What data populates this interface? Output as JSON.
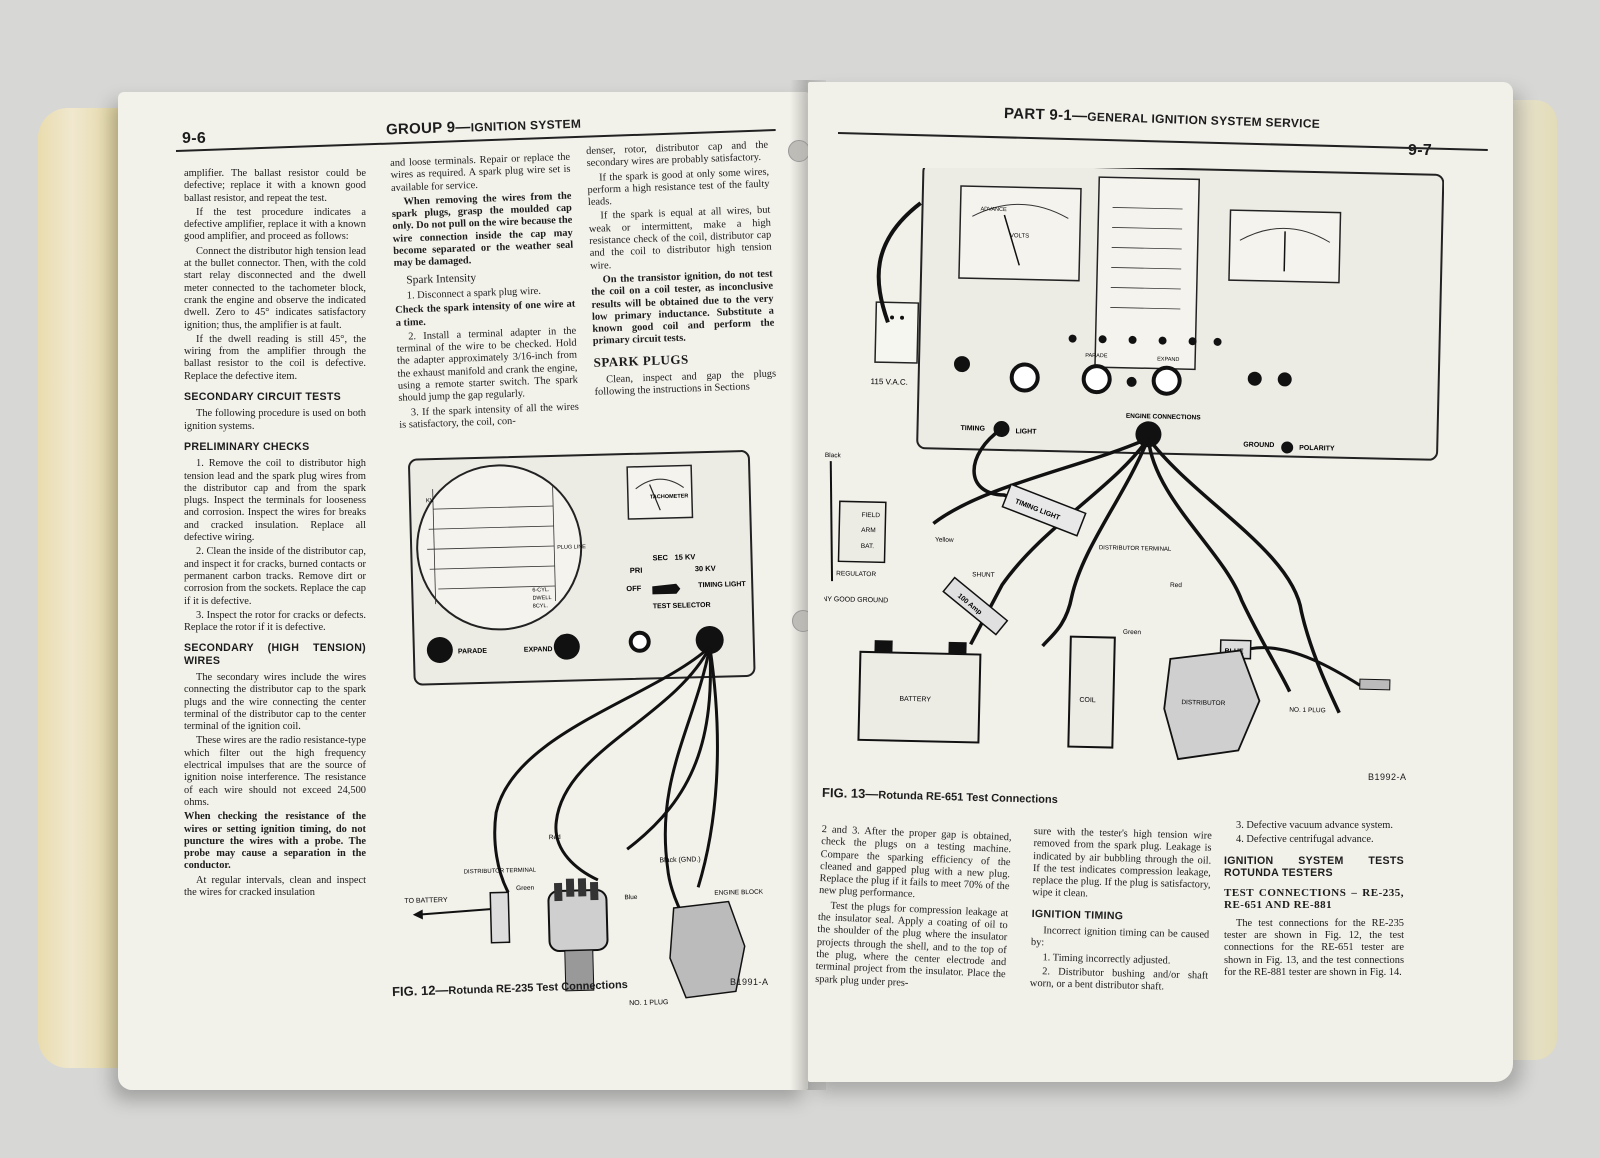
{
  "left_page": {
    "page_number": "9-6",
    "header_group": "GROUP 9",
    "header_title": "IGNITION SYSTEM",
    "col1": {
      "p1": "amplifier. The ballast resistor could be defective; replace it with a known good ballast resistor, and repeat the test.",
      "p2": "If the test procedure indicates a defective amplifier, replace it with a known good amplifier, and proceed as follows:",
      "p3": "Connect the distributor high tension lead at the bullet connector. Then, with the cold start relay disconnected and the dwell meter connected to the tachometer block, crank the engine and observe the indicated dwell. Zero to 45° indicates satisfactory ignition; thus, the amplifier is at fault.",
      "p4": "If the dwell reading is still 45°, the wiring from the amplifier through the ballast resistor to the coil is defective. Replace the defective item.",
      "h_secondary": "SECONDARY CIRCUIT TESTS",
      "p5": "The following procedure is used on both ignition systems.",
      "h_prelim": "PRELIMINARY CHECKS",
      "p6": "1. Remove the coil to distributor high tension lead and the spark plug wires from the distributor cap and from the spark plugs. Inspect the terminals for looseness and corrosion. Inspect the wires for breaks and cracked insulation. Replace all defective wiring.",
      "p7": "2. Clean the inside of the distributor cap, and inspect it for cracks, burned contacts or permanent carbon tracks. Remove dirt or corrosion from the sockets. Replace the cap if it is defective.",
      "p8": "3. Inspect the rotor for cracks or defects. Replace the rotor if it is defective.",
      "h_wires": "SECONDARY (HIGH TENSION) WIRES",
      "p9": "The secondary wires include the wires connecting the distributor cap to the spark plugs and the wire connecting the center terminal of the distributor cap to the center terminal of the ignition coil.",
      "p10": "These wires are the radio resistance-type which filter out the high frequency electrical impulses that are the source of ignition noise interference. The resistance of each wire should not exceed 24,500 ohms.",
      "p10_bold": "When checking the resistance of the wires or setting ignition timing, do not puncture the wires with a probe. The probe may cause a separation in the conductor.",
      "p11": "At regular intervals, clean and inspect the wires for cracked insulation"
    },
    "col2": {
      "p1": "and loose terminals. Repair or replace the wires as required. A spark plug wire set is available for service.",
      "p2_bold": "When removing the wires from the spark plugs, grasp the moulded cap only. Do not pull on the wire because the wire connection inside the cap may become separated or the weather seal may be damaged.",
      "h_intensity": "Spark Intensity",
      "p3a": "1. Disconnect a spark plug wire.",
      "p3b": "Check the spark intensity of one wire at a time.",
      "p4": "2. Install a terminal adapter in the terminal of the wire to be checked. Hold the adapter approximately 3/16-inch from the exhaust manifold and crank the engine, using a remote starter switch. The spark should jump the gap regularly.",
      "p5": "3. If the spark intensity of all the wires is satisfactory, the coil, con-"
    },
    "col3": {
      "p1": "denser, rotor, distributor cap and the secondary wires are probably satisfactory.",
      "p2": "If the spark is good at only some wires, perform a high resistance test of the faulty leads.",
      "p3": "If the spark is equal at all wires, but weak or intermittent, make a high resistance check of the coil, distributor cap and the coil to distributor high tension wire.",
      "p4_bold": "On the transistor ignition, do not test the coil on a coil tester, as inconclusive results will be obtained due to the very low primary inductance. Substitute a known good coil and perform the primary circuit tests.",
      "h_plugs": "SPARK PLUGS",
      "p5": "Clean, inspect and gap the plugs following the instructions in Sections"
    },
    "figure": {
      "caption_num": "FIG. 12",
      "caption_text": "Rotunda RE-235 Test Connections",
      "code": "B1991-A",
      "labels": {
        "kv": "KV",
        "plug_line": "PLUG LINE",
        "six_cyl": "6-CYL.",
        "dwell": "DWELL",
        "eight_cyl": "8CYL.",
        "tachometer": "TACHOMETER",
        "sec": "SEC",
        "kv15": "15 KV",
        "pri": "PRI",
        "kv30": "30 KV",
        "off": "OFF",
        "timing_light": "TIMING LIGHT",
        "test_selector": "TEST SELECTOR",
        "parade": "PARADE",
        "expand": "EXPAND",
        "to_battery": "TO BATTERY",
        "distributor_terminal": "DISTRIBUTOR TERMINAL",
        "red": "Red",
        "green": "Green",
        "blue": "Blue",
        "black_gnd": "Black (GND.)",
        "engine_block": "ENGINE BLOCK",
        "no1_plug": "NO. 1 PLUG"
      }
    }
  },
  "right_page": {
    "page_number": "9-7",
    "header_part": "PART 9-1",
    "header_title": "GENERAL IGNITION SYSTEM SERVICE",
    "figure": {
      "caption_num": "FIG. 13",
      "caption_text": "Rotunda RE-651 Test Connections",
      "code": "B1992-A",
      "labels": {
        "vac": "115 V.A.C.",
        "timing": "TIMING",
        "light": "LIGHT",
        "engine_connections": "ENGINE CONNECTIONS",
        "ground": "GROUND",
        "polarity": "POLARITY",
        "black": "Black",
        "field": "FIELD",
        "arm": "ARM",
        "bat": "BAT.",
        "yellow": "Yellow",
        "regulator": "REGULATOR",
        "any_good_ground": "ANY GOOD GROUND",
        "timing_light_box": "TIMING LIGHT",
        "shunt": "SHUNT",
        "amp": "100 Amp",
        "distributor_terminal": "DISTRIBUTOR TERMINAL",
        "red": "Red",
        "green": "Green",
        "blue": "BLUE",
        "battery": "BATTERY",
        "coil": "COIL",
        "distributor": "DISTRIBUTOR",
        "no1_plug": "NO. 1 PLUG",
        "advance": "ADVANCE",
        "parade": "PARADE",
        "expand": "EXPAND",
        "volts": "VOLTS"
      }
    },
    "col1": {
      "p1": "2 and 3. After the proper gap is obtained, check the plugs on a testing machine. Compare the sparking efficiency of the cleaned and gapped plug with a new plug. Replace the plug if it fails to meet 70% of the new plug performance.",
      "p2": "Test the plugs for compression leakage at the insulator seal. Apply a coating of oil to the shoulder of the plug where the insulator projects through the shell, and to the top of the plug, where the center electrode and terminal project from the insulator. Place the spark plug under pres-"
    },
    "col2": {
      "p1": "sure with the tester's high tension wire removed from the spark plug. Leakage is indicated by air bubbling through the oil. If the test indicates compression leakage, replace the plug. If the plug is satisfactory, wipe it clean.",
      "h_timing": "IGNITION TIMING",
      "p2": "Incorrect ignition timing can be caused by:",
      "p3": "1. Timing incorrectly adjusted.",
      "p4": "2. Distributor bushing and/or shaft worn, or a bent distributor shaft."
    },
    "col3": {
      "p1": "3. Defective vacuum advance system.",
      "p2": "4. Defective centrifugal advance.",
      "h_testers": "IGNITION SYSTEM TESTS ROTUNDA TESTERS",
      "h_conn": "TEST CONNECTIONS – RE-235, RE-651 AND RE-881",
      "p3": "The test connections for the RE-235 tester are shown in Fig. 12, the test connections for the RE-651 tester are shown in Fig. 13, and the test connections for the RE-881 tester are shown in Fig. 14."
    }
  }
}
